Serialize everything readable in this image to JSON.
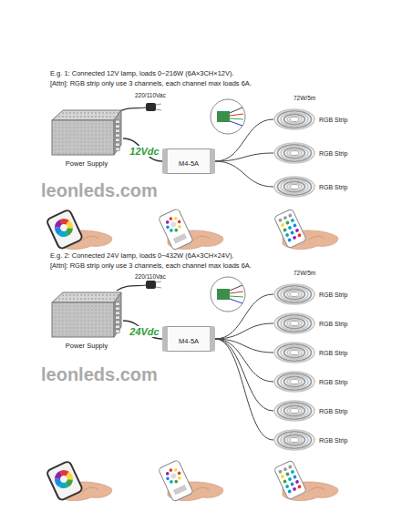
{
  "diagram": {
    "nodes": [
      {
        "text": [
          "Power Supply"
        ]
      },
      {
        "text": [
          "M4-5A"
        ]
      },
      {
        "text": [
          "RGB Strip"
        ]
      },
      {
        "text": [
          "RGB Strip"
        ]
      },
      {
        "text": [
          "RGB Strip"
        ]
      },
      {
        "text": [
          "Power Supply"
        ]
      },
      {
        "text": [
          "M4-5A"
        ]
      },
      {
        "text": [
          "RGB Strip"
        ]
      },
      {
        "text": [
          "RGB Strip"
        ]
      },
      {
        "text": [
          "RGB Strip"
        ]
      },
      {
        "text": [
          "RGB Strip"
        ]
      },
      {
        "text": [
          "RGB Strip"
        ]
      },
      {
        "text": [
          "RGB Strip"
        ]
      }
    ],
    "edges": [
      {
        "from": 0,
        "to": 1,
        "arrow": "none",
        "label": "12Vdc"
      },
      {
        "from": 1,
        "to": 2,
        "arrow": "none"
      },
      {
        "from": 1,
        "to": 3,
        "arrow": "none"
      },
      {
        "from": 1,
        "to": 4,
        "arrow": "none"
      },
      {
        "from": 5,
        "to": 6,
        "arrow": "none",
        "label": "24Vdc"
      },
      {
        "from": 6,
        "to": 7,
        "arrow": "none"
      },
      {
        "from": 6,
        "to": 8,
        "arrow": "none"
      },
      {
        "from": 6,
        "to": 9,
        "arrow": "none"
      },
      {
        "from": 6,
        "to": 10,
        "arrow": "none"
      },
      {
        "from": 6,
        "to": 11,
        "arrow": "none"
      },
      {
        "from": 6,
        "to": 12,
        "arrow": "none"
      }
    ],
    "labels": [
      "E.g. 1: Connected 12V lamp, loads 0~216W (6A×3CH×12V).",
      "[Attn]: RGB strip only use 3 channels, each channel max loads 6A.",
      "220/110Vac",
      "72W/5m",
      "leonleds.com",
      "E.g. 2: Connected 24V lamp, loads 0~432W (6A×3CH×24V).",
      "[Attn]: RGB strip only use 3 channels, each channel max loads 6A.",
      "220/110Vac",
      "72W/5m",
      "leonleds.com"
    ]
  }
}
